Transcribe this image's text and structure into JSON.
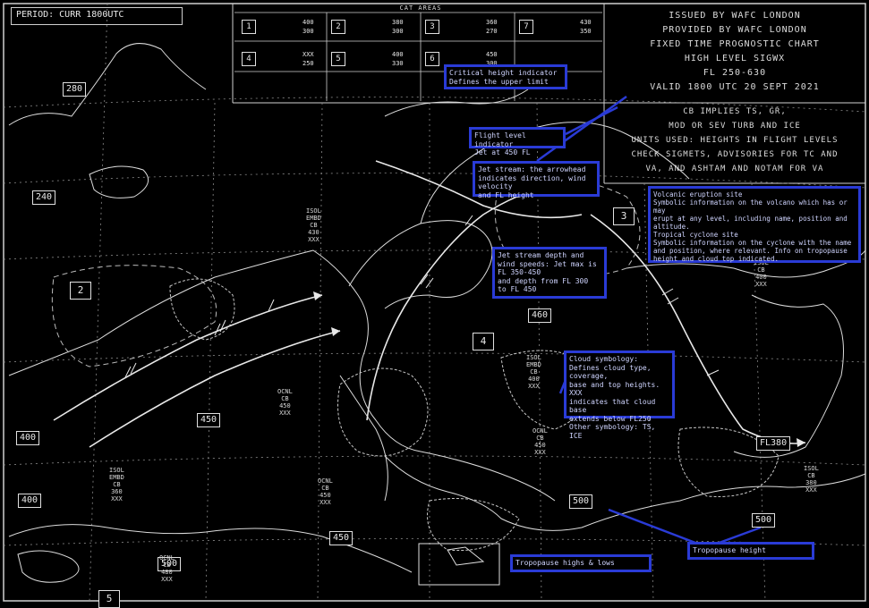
{
  "chart": {
    "period_label": "PERIOD: CURR 1800UTC",
    "issuer_lines": [
      "ISSUED BY WAFC LONDON",
      "PROVIDED BY WAFC LONDON",
      "FIXED TIME PROGNOSTIC CHART",
      "HIGH LEVEL SIGWX",
      "FL 250-630",
      "VALID 1800 UTC 20 SEPT 2021"
    ],
    "notes_lines": [
      "CB IMPLIES TS, GR,",
      "MOD OR SEV TURB AND ICE",
      "UNITS USED: HEIGHTS IN FLIGHT LEVELS",
      "CHECK SIGMETS, ADVISORIES FOR TC AND",
      "VA, AND ASHTAM AND NOTAM FOR VA"
    ],
    "cat_areas_title": "CAT AREAS"
  },
  "legend_cells": [
    {
      "num": "1",
      "top": "400",
      "bot": "300"
    },
    {
      "num": "2",
      "top": "380",
      "bot": "300"
    },
    {
      "num": "3",
      "top": "360",
      "bot": "270"
    },
    {
      "num": "4",
      "top": "XXX",
      "bot": "250"
    },
    {
      "num": "5",
      "top": "400",
      "bot": "330"
    },
    {
      "num": "6",
      "top": "450",
      "bot": "300"
    },
    {
      "num": "7",
      "top": "430",
      "bot": "350"
    }
  ],
  "jet_labels": [
    "280",
    "240",
    "400",
    "400",
    "450",
    "450",
    "500",
    "450"
  ],
  "fl_boxes": [
    "280",
    "240",
    "400",
    "400",
    "450",
    "500",
    "500",
    "450",
    "460",
    "FL380",
    "500"
  ],
  "area_numbers": [
    "2",
    "3",
    "4",
    "5"
  ],
  "cloud_labels": [
    "ISOL\nEMBD\nCB\n430\nXXX",
    "OCNL\nCB\n450\nXXX",
    "ISOL\nEMBD\nCB\n360\nXXX",
    "OCNL\nCB\n450\nXXX",
    "ISOL\nEMBD\nCB\n400\nXXX",
    "OCNL\nCB\n450\nXXX",
    "ISOL\nCB\n380\nXXX",
    "ISOL\nCB\n400\nXXX",
    "OCNL\nCB\n480\nXXX"
  ],
  "annotations": [
    {
      "text": "Critical height indicator\nDefines the upper limit"
    },
    {
      "text": "Flight level indicator\nJet at 450 FL"
    },
    {
      "text": "Jet stream: the arrowhead\nindicates direction, wind velocity\nand FL height"
    },
    {
      "text": "Volcanic eruption site\nSymbolic information on the volcano which has or may\nerupt at any level, including name, position and altitude.\nTropical cyclone site\nSymbolic information on the cyclone with the name\nand position, where relevant. Info on tropopause\nheight and cloud top indicated."
    },
    {
      "text": "Jet stream depth and\nwind speeds: Jet max is FL 350-450\nand depth from FL 300\nto FL 450"
    },
    {
      "text": "Cloud symbology:\nDefines cloud type, coverage,\nbase and top heights. XXX\nindicates that cloud base\nextends below FL250\nOther symbology: TS, ICE"
    },
    {
      "text": "Tropopause height"
    },
    {
      "text": "Tropopause highs & lows"
    }
  ]
}
